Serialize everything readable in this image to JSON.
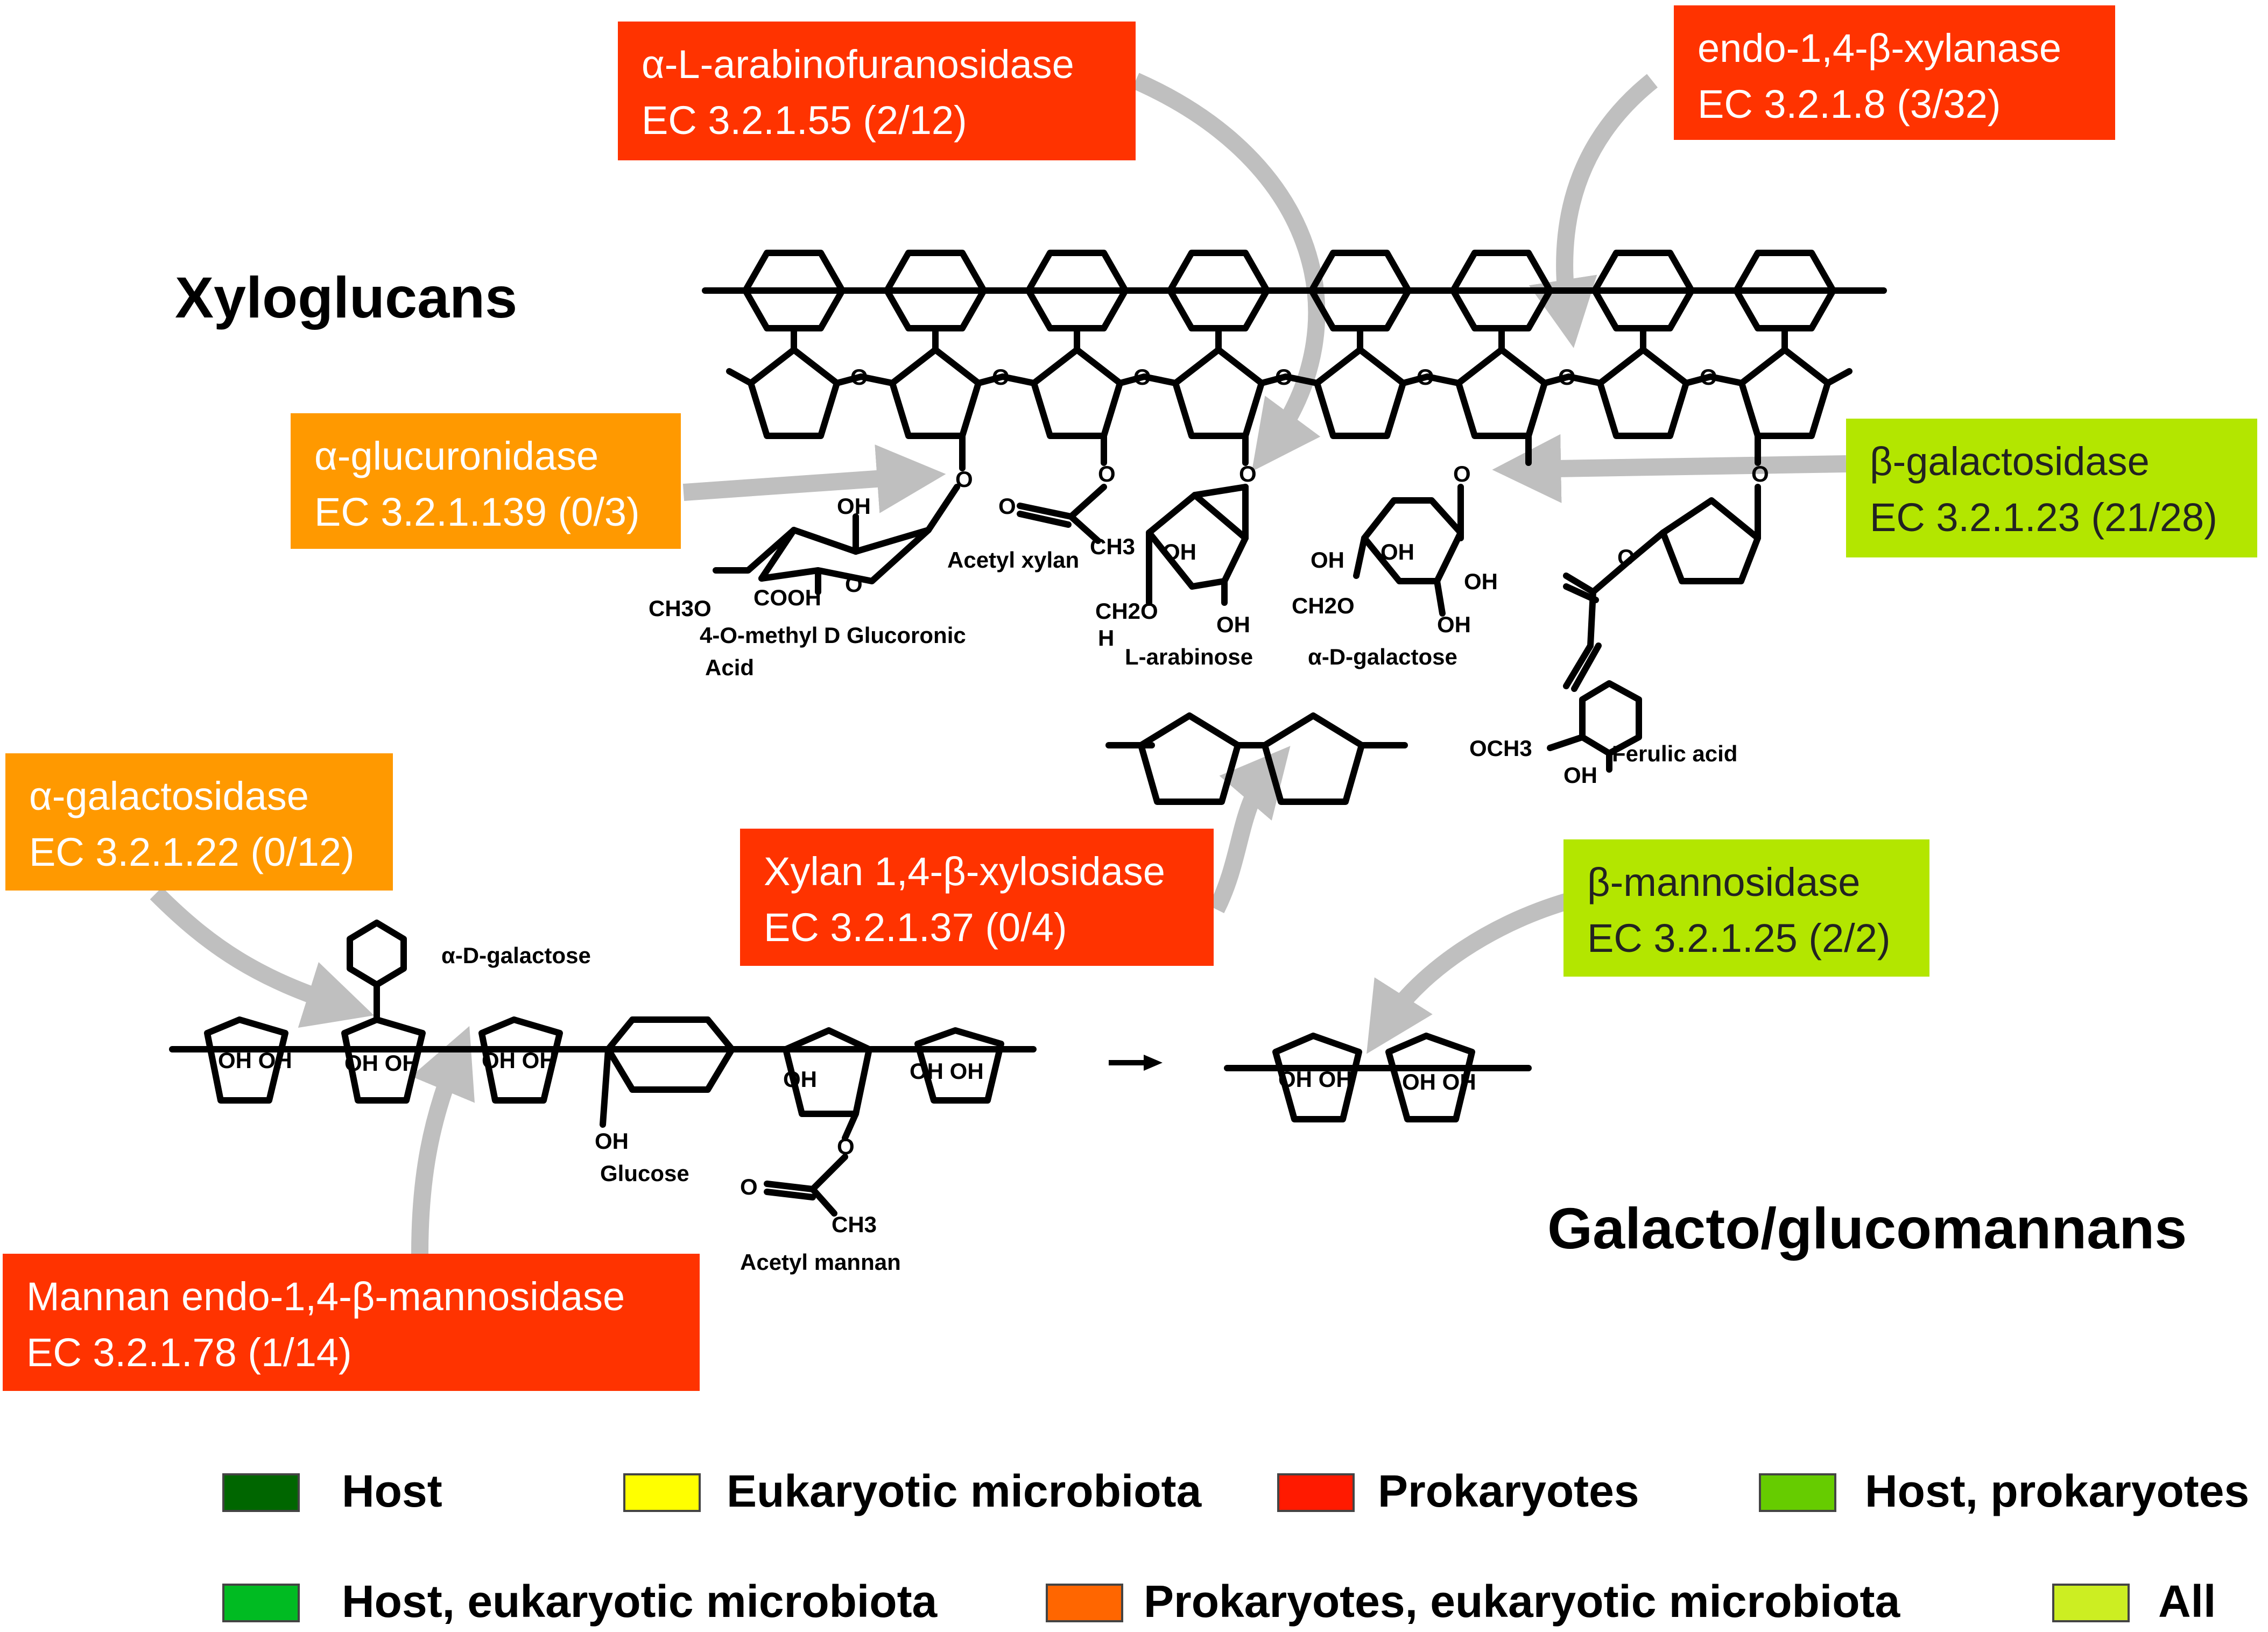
{
  "headings": {
    "xyloglucans": "Xyloglucans",
    "galactoglucomannans": "Galacto/glucomannans"
  },
  "enzymes": [
    {
      "id": "arabinofuranosidase",
      "name": "α-L-arabinofuranosidase",
      "ec": "EC 3.2.1.55 (2/12)",
      "color": "#ff3300"
    },
    {
      "id": "xylanase",
      "name": "endo-1,4-β-xylanase",
      "ec": "EC 3.2.1.8 (3/32)",
      "color": "#ff3300"
    },
    {
      "id": "glucuronidase",
      "name": "α-glucuronidase",
      "ec": "EC 3.2.1.139 (0/3)",
      "color": "#ff9900"
    },
    {
      "id": "beta-galactosidase",
      "name": "β-galactosidase",
      "ec": "EC 3.2.1.23 (21/28)",
      "color": "#b3e600"
    },
    {
      "id": "alpha-galactosidase",
      "name": "α-galactosidase",
      "ec": "EC 3.2.1.22 (0/12)",
      "color": "#ff9900"
    },
    {
      "id": "xylosidase",
      "name": "Xylan 1,4-β-xylosidase",
      "ec": "EC 3.2.1.37 (0/4)",
      "color": "#ff3300"
    },
    {
      "id": "beta-mannosidase",
      "name": "β-mannosidase",
      "ec": "EC 3.2.1.25 (2/2)",
      "color": "#b3e600"
    },
    {
      "id": "mannanase",
      "name": "Mannan endo-1,4-β-mannosidase",
      "ec": "EC 3.2.1.78 (1/14)",
      "color": "#ff3300"
    }
  ],
  "chem_labels": {
    "o": "O",
    "oh": "OH",
    "cooh": "COOH",
    "ch3o": "CH3O",
    "ch2o": "CH2O",
    "h": "H",
    "ch3": "CH3",
    "och3": "OCH3",
    "ohoh": "OH OH",
    "acetyl_xylan": "Acetyl xylan",
    "glucuronic": "4-O-methyl D Glucoronic",
    "acid": "Acid",
    "arabinose": "L-arabinose",
    "galactose_top": "α-D-galactose",
    "ferulic": "Ferulic acid",
    "galactose_bottom": "α-D-galactose",
    "glucose": "Glucose",
    "acetyl_mannan": "Acetyl mannan"
  },
  "legend": [
    {
      "label": "Host",
      "color": "#006600"
    },
    {
      "label": "Eukaryotic microbiota",
      "color": "#ffff00"
    },
    {
      "label": "Prokaryotes",
      "color": "#ff1a00"
    },
    {
      "label": "Host, prokaryotes",
      "color": "#66cc00"
    },
    {
      "label": "Host, eukaryotic microbiota",
      "color": "#00bb22"
    },
    {
      "label": "Prokaryotes, eukaryotic microbiota",
      "color": "#ff6600"
    },
    {
      "label": "All",
      "color": "#ccee22"
    }
  ]
}
